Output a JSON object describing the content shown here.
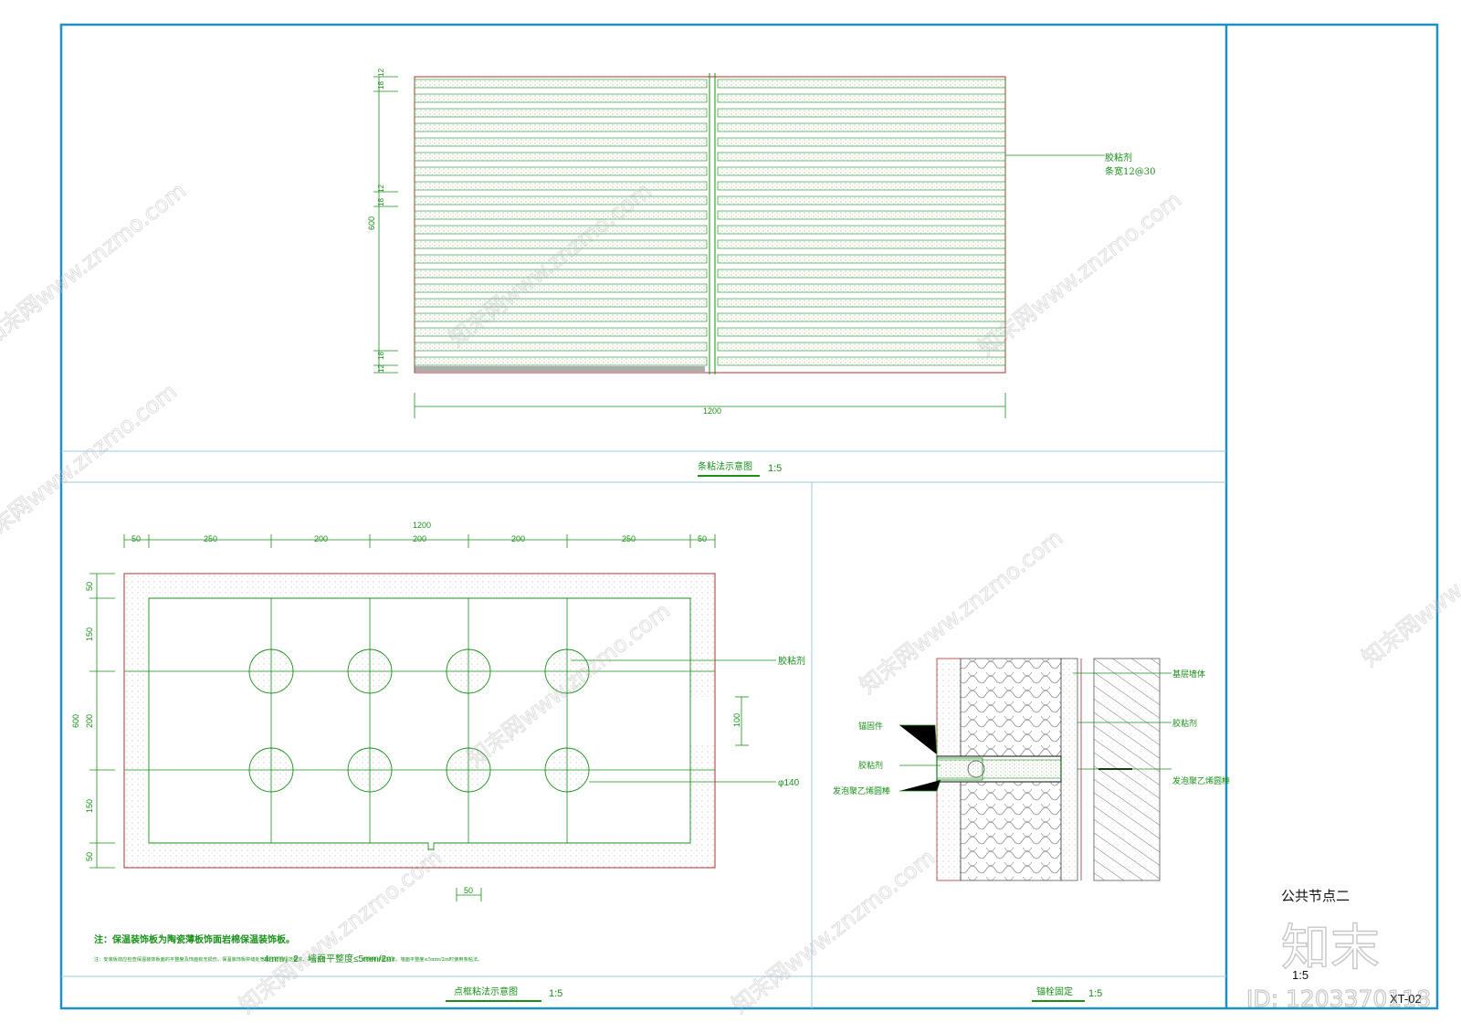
{
  "colors": {
    "frame": "#1f8fc4",
    "grid": "#9ec8e0",
    "drawing": "#1a8f1a",
    "accent_red": "#b03030",
    "dark": "#333333",
    "watermark": "#c8c8c8"
  },
  "top_view": {
    "dims_left": [
      "18",
      "12",
      "18",
      "12",
      "600",
      "18",
      "12"
    ],
    "dim_bottom": "1200",
    "callout": [
      "胶粘剂",
      "条宽12@30"
    ],
    "title": "条粘法示意图",
    "scale": "1:5"
  },
  "dot_view": {
    "dim_total": "1200",
    "dims_top": [
      "50",
      "250",
      "200",
      "200",
      "200",
      "250",
      "50"
    ],
    "dims_left": [
      "50",
      "150",
      "600",
      "200",
      "150",
      "50"
    ],
    "dim_right": "100",
    "dim_bottom": "50",
    "callout_glue": "胶粘剂",
    "callout_phi": "φ140",
    "title": "点框粘法示意图",
    "scale": "1:5"
  },
  "anchor_view": {
    "labels_left": [
      "锚固件",
      "胶粘剂",
      "发泡聚乙烯圆棒"
    ],
    "labels_right": [
      "基层墙体",
      "胶粘剂",
      "发泡聚乙烯圆棒"
    ],
    "title": "锚栓固定",
    "scale": "1:5"
  },
  "notes": {
    "main": "注：保温装饰板为陶瓷薄板饰面岩棉保温装饰板。",
    "small_a": "注：安装板前应检查保温装饰板面的平整度及饰面有无损伤，保温装饰板拼缝处宽度应符合规范要求，不应大于",
    "small_b": "4mm，2",
    "small_c": "墙面平整度≤5mm/2m",
    "small_d": "时使用点框粘法，墙面平整度≤5mm/2m时使用条粘法。"
  },
  "title_block": {
    "node_name": "公共节点二",
    "scale": "1:5",
    "sheet_no": "XT-02"
  },
  "watermark": {
    "site": "知末网www.znzmo.com",
    "logo": "知末",
    "id": "ID: 1203370118"
  }
}
